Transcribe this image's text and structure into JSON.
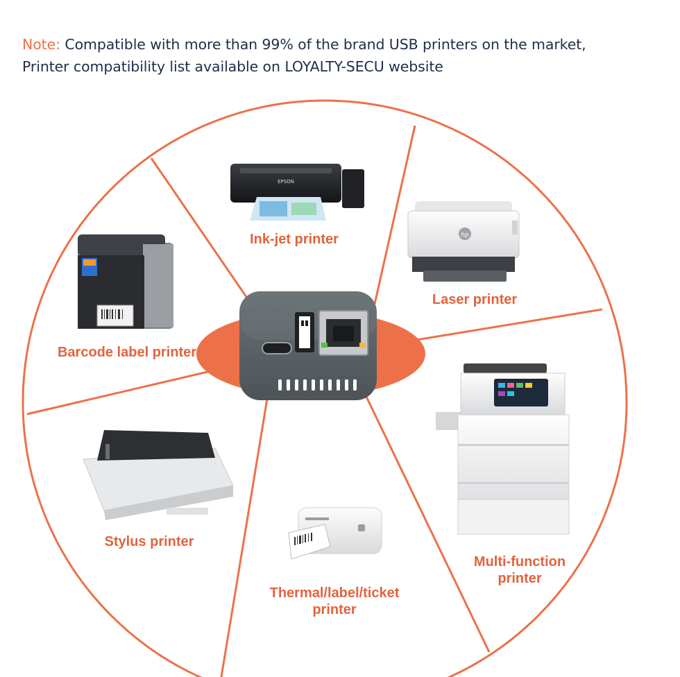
{
  "note": {
    "label": "Note:",
    "line1": "Compatible with more than 99% of the brand USB printers on the market,",
    "line2": "Printer compatibility list available on LOYALTY-SECU website"
  },
  "segments": [
    {
      "id": "inkjet",
      "label": "Ink-jet printer",
      "icon": "inkjet-printer-icon"
    },
    {
      "id": "laser",
      "label": "Laser printer",
      "icon": "laser-printer-icon"
    },
    {
      "id": "barcode",
      "label": "Barcode label printer",
      "icon": "barcode-printer-icon"
    },
    {
      "id": "stylus",
      "label": "Stylus printer",
      "icon": "stylus-printer-icon"
    },
    {
      "id": "thermal",
      "label": "Thermal/label/ticket",
      "label2": "printer",
      "icon": "thermal-printer-icon"
    },
    {
      "id": "mfp",
      "label": "Multi-function",
      "label2": "printer",
      "icon": "multifunction-printer-icon"
    }
  ],
  "printer_text": {
    "inkjet_brand": "EPSON",
    "laser_brand": "hp"
  },
  "colors": {
    "accent": "#ec7148",
    "label": "#e2633c",
    "note_text": "#1f2d4a",
    "device_body": "#5d6469"
  }
}
